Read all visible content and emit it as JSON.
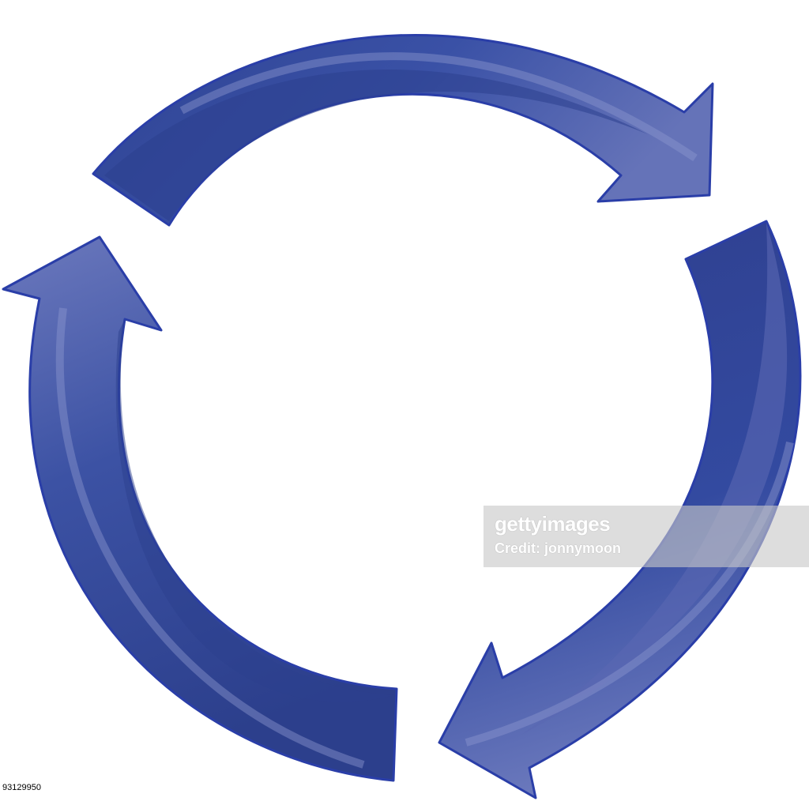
{
  "image": {
    "subject": "three curved arrows forming a clockwise cycle",
    "arrow_color": "#3a4fa3",
    "arrow_color_dark": "#2d3f8c",
    "arrow_color_light": "#7b87c4",
    "outline_color": "#2a3ea8",
    "background": "#ffffff"
  },
  "watermark": {
    "line1": "gettyimages",
    "line2": "Credit: jonnymoon"
  },
  "image_id": "93129950"
}
